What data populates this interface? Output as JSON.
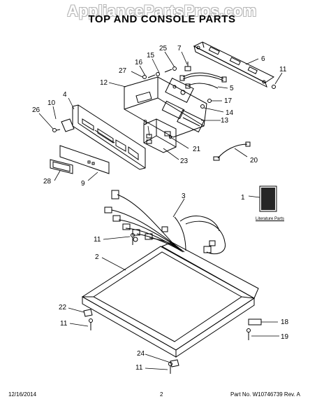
{
  "header": {
    "watermark": "AppliancePartsPros.com",
    "title": "TOP AND CONSOLE PARTS"
  },
  "callouts": [
    "25",
    "7",
    "6",
    "15",
    "16",
    "27",
    "11",
    "12",
    "5",
    "4",
    "17",
    "10",
    "14",
    "26",
    "13",
    "8",
    "21",
    "23",
    "20",
    "28",
    "9",
    "3",
    "1",
    "11",
    "2",
    "22",
    "18",
    "11",
    "19",
    "24",
    "11"
  ],
  "literature_label": "Literature Parts",
  "footer": {
    "date": "12/16/2014",
    "page": "2",
    "part_no": "Part No. W10746739  Rev. A"
  }
}
